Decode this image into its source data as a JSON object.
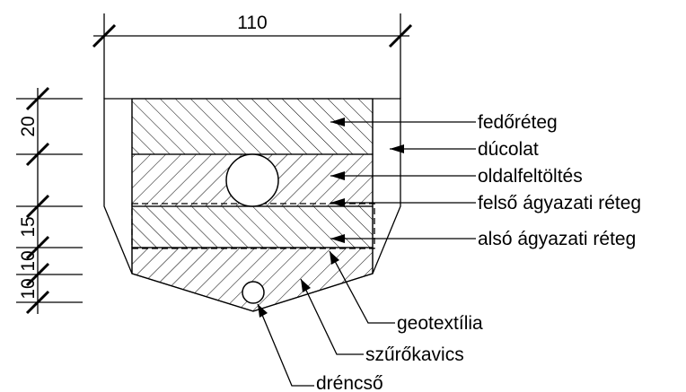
{
  "dimensions": {
    "width": "110",
    "depth_cover": "20",
    "depth_upper_bedding": "15",
    "depth_lower_bedding": "10",
    "depth_gravel": "10"
  },
  "labels": {
    "cover_layer": "fedőréteg",
    "shoring": "dúcolat",
    "side_fill": "oldalfeltöltés",
    "upper_bedding": "felső ágyazati réteg",
    "lower_bedding": "alsó ágyazati réteg",
    "geotextile": "geotextília",
    "filter_gravel": "szűrőkavics",
    "drain_pipe": "dréncső"
  }
}
